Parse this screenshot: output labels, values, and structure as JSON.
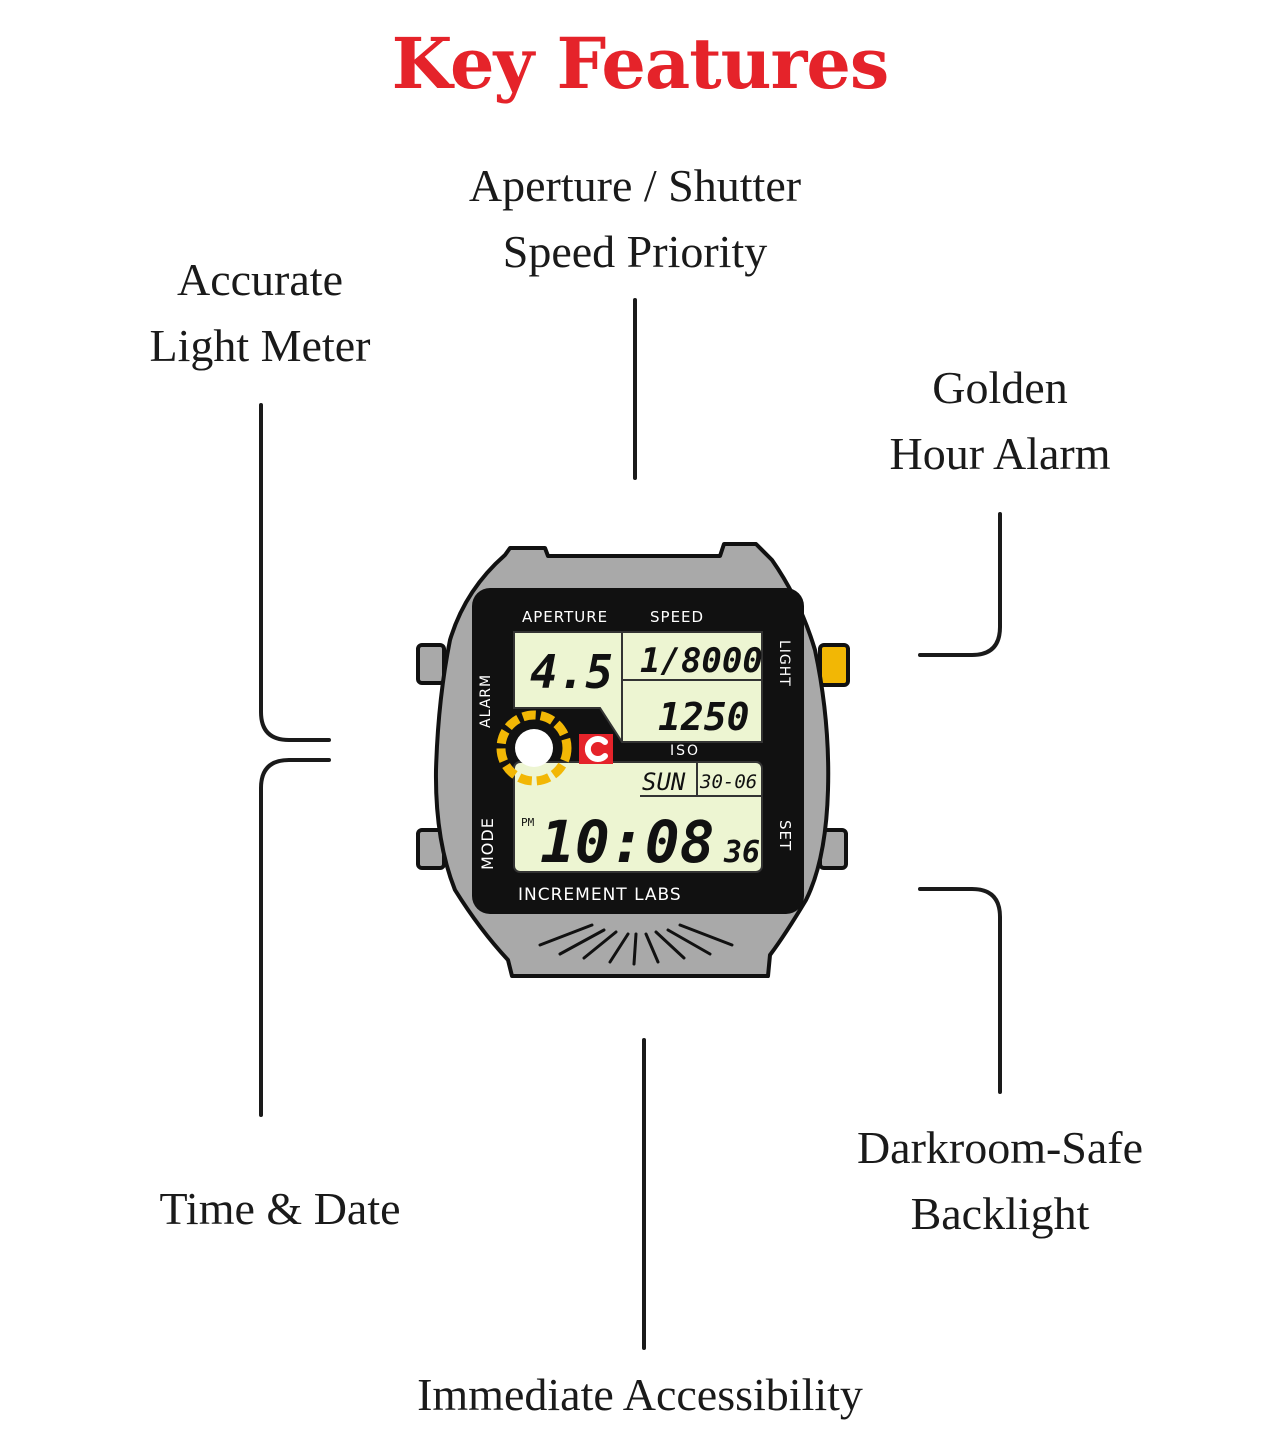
{
  "title": "Key Features",
  "features": {
    "aperture_priority": [
      "Aperture / Shutter",
      "Speed Priority"
    ],
    "light_meter": [
      "Accurate",
      "Light Meter"
    ],
    "golden_hour": [
      "Golden",
      "Hour Alarm"
    ],
    "darkroom": [
      "Darkroom-Safe",
      "Backlight"
    ],
    "time_date": [
      "Time & Date"
    ],
    "accessibility": [
      "Immediate Accessibility"
    ]
  },
  "watch": {
    "labels": {
      "aperture": "APERTURE",
      "speed": "SPEED",
      "iso": "ISO",
      "alarm": "ALARM",
      "mode": "MODE",
      "light": "LIGHT",
      "set": "SET",
      "brand": "INCREMENT LABS"
    },
    "display": {
      "aperture_value": "4.5",
      "shutter_value": "1/8000",
      "iso_value": "1250",
      "day": "SUN",
      "date": "30-06",
      "meridiem": "PM",
      "time": "10:08",
      "seconds": "36"
    },
    "colors": {
      "case": "#a9a9a9",
      "face": "#111111",
      "lcd": "#edf5d2",
      "accent_red": "#e5232a",
      "light_button": "#f2b705",
      "meter_ring": "#f2b705"
    }
  }
}
